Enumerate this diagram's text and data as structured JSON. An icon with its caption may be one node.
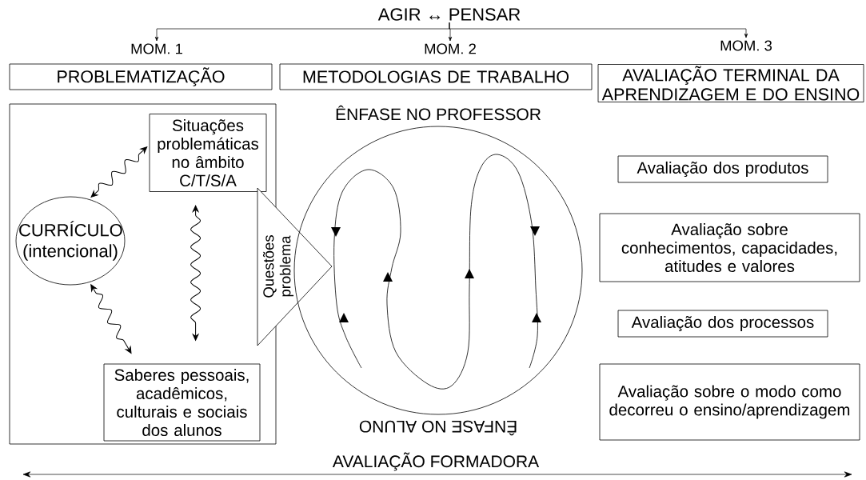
{
  "diagram": {
    "nodes": [
      {
        "text": [
          "AGIR ↔ PENSAR"
        ]
      },
      {
        "text": [
          "MOM. 1"
        ]
      },
      {
        "text": [
          "MOM. 2"
        ]
      },
      {
        "text": [
          "MOM. 3"
        ]
      },
      {
        "text": [
          "PROBLEMATIZAÇÃO"
        ]
      },
      {
        "text": [
          "METODOLOGIAS DE TRABALHO"
        ]
      },
      {
        "text": [
          "AVALIAÇÃO TERMINAL DA APRENDIZAGEM E DO ENSINO"
        ]
      },
      {
        "text": [],
        "shape": "box"
      },
      {
        "text": [
          "Situações problemáticas no âmbito C/T/S/A"
        ],
        "in": 7
      },
      {
        "text": [
          "CURRÍCULO (intencional)"
        ],
        "in": 7
      },
      {
        "text": [
          "Saberes pessoais, acadêmicos, culturais e sociais dos alunos"
        ],
        "in": 7
      },
      {
        "text": [
          "Questões problema"
        ]
      },
      {
        "text": [
          "ÊNFASE NO PROFESSOR",
          "ÊNFASE NO ALUNO"
        ]
      },
      {
        "text": [
          "Avaliação dos produtos"
        ]
      },
      {
        "text": [
          "Avaliação sobre conhecimentos, capacidades, atitudes e valores"
        ]
      },
      {
        "text": [
          "Avaliação dos processos"
        ]
      },
      {
        "text": [
          "Avaliação sobre o modo como decorreu o ensino/aprendizagem"
        ]
      }
    ],
    "edges": [
      {
        "from": 0,
        "to": 1,
        "arrow": "to"
      },
      {
        "from": 0,
        "to": 2,
        "arrow": "to"
      },
      {
        "from": 0,
        "to": 3,
        "arrow": "to"
      },
      {
        "from": 9,
        "to": 8,
        "arrow": "both"
      },
      {
        "from": 9,
        "to": 10,
        "arrow": "both"
      },
      {
        "from": 8,
        "to": 10,
        "arrow": "both"
      }
    ],
    "labels": [
      "AVALIAÇÃO FORMADORA"
    ]
  }
}
